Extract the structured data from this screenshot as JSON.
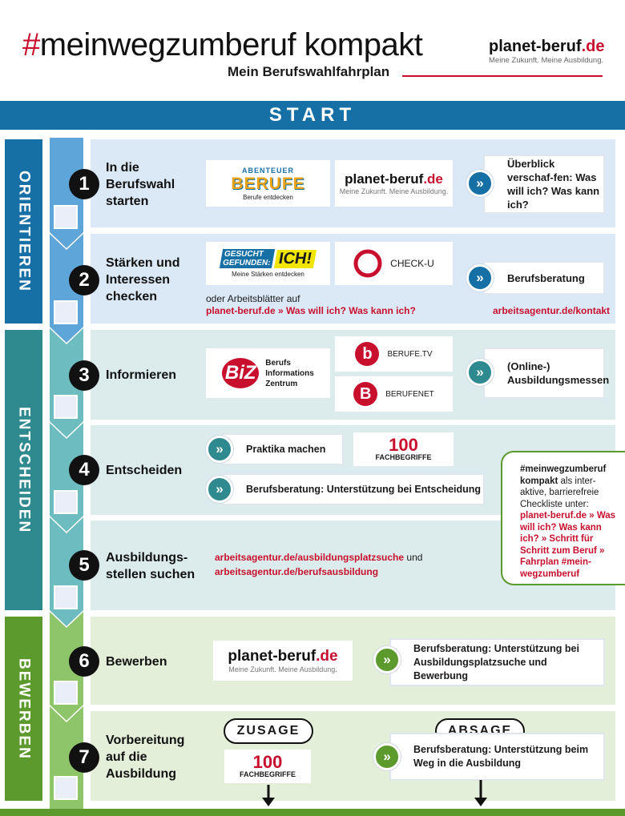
{
  "header": {
    "title_hash": "#",
    "title_rest": "meinwegzumberuf kompakt",
    "subtitle": "Mein Berufswahlfahrplan",
    "logo": {
      "name": "planet-beruf",
      "tld": ".de",
      "tagline": "Meine Zukunft. Meine Ausbildung."
    }
  },
  "start": "START",
  "phases": [
    {
      "label": "ORIENTIEREN",
      "color": "#1670a6"
    },
    {
      "label": "ENTSCHEIDEN",
      "color": "#2e8a8f"
    },
    {
      "label": "BEWERBEN",
      "color": "#5c9a2e"
    }
  ],
  "steps": [
    {
      "num": "1",
      "label_lines": [
        "In die",
        "Berufswahl",
        "starten"
      ],
      "logos": [
        {
          "kind": "abenteuer",
          "text_top": "ABENTEUER",
          "text_main": "BERUFE",
          "caption": "Berufe entdecken"
        },
        {
          "kind": "planet",
          "name": "planet-beruf",
          "tld": ".de",
          "tagline": "Meine Zukunft. Meine Ausbildung."
        }
      ],
      "info": "Überblick verschaf-fen: Was will ich? Was kann ich?"
    },
    {
      "num": "2",
      "label_lines": [
        "Stärken und",
        "Interessen",
        "checken"
      ],
      "logos": [
        {
          "kind": "gesucht",
          "text1": "GESUCHT",
          "text2": "GEFUNDEN:",
          "text3": "ICH!",
          "caption": "Meine Stärken entdecken"
        },
        {
          "kind": "checku",
          "text": "CHECK-U"
        }
      ],
      "note": "oder Arbeitsblätter auf",
      "note_link": "planet-beruf.de » Was will ich? Was kann ich?",
      "info": "Berufsberatung",
      "info_link": "arbeitsagentur.de/kontakt"
    },
    {
      "num": "3",
      "label_lines": [
        "Informieren"
      ],
      "logos": [
        {
          "kind": "biz",
          "mark": "BiZ",
          "lines": [
            "Berufs",
            "Informations",
            "Zentrum"
          ]
        },
        {
          "kind": "berufetv",
          "letter": "b",
          "text": "BERUFE.TV"
        },
        {
          "kind": "berufenet",
          "letter": "B",
          "text": "BERUFENET"
        }
      ],
      "info": "(Online-) Ausbildungsmessen"
    },
    {
      "num": "4",
      "label_lines": [
        "Entscheiden"
      ],
      "actions": [
        "Praktika machen",
        "Berufsberatung: Unterstützung bei Entscheidung"
      ],
      "logos": [
        {
          "kind": "hundert",
          "number": "100",
          "caption": "FACHBEGRIFFE"
        }
      ]
    },
    {
      "num": "5",
      "label_lines": [
        "Ausbildungs-",
        "stellen suchen"
      ],
      "link1": "arbeitsagentur.de/ausbildungsplatzsuche",
      "link_join": "und",
      "link2": "arbeitsagentur.de/berufsausbildung"
    },
    {
      "num": "6",
      "label_lines": [
        "Bewerben"
      ],
      "logos": [
        {
          "kind": "planet",
          "name": "planet-beruf",
          "tld": ".de",
          "tagline": "Meine Zukunft. Meine Ausbildung."
        }
      ],
      "info": "Berufsberatung: Unterstützung bei Ausbildungsplatzsuche und Bewerbung"
    },
    {
      "num": "7",
      "label_lines": [
        "Vorbereitung",
        "auf die",
        "Ausbildung"
      ],
      "pills": [
        "ZUSAGE",
        "ABSAGE"
      ],
      "logos": [
        {
          "kind": "hundert",
          "number": "100",
          "caption": "FACHBEGRIFFE"
        }
      ],
      "info": "Berufsberatung: Unterstützung beim Weg in die Ausbildung"
    }
  ],
  "sidebox": {
    "bold1": "#meinwegzumberuf kompakt",
    "text1": " als inter-aktive, barrierefreie Checkliste unter:",
    "link": "planet-beruf.de » Was will ich? Was kann ich? » Schritt für Schritt zum Beruf » Fahrplan #mein-wegzumberuf"
  },
  "colors": {
    "red": "#c8102e",
    "blue": "#1670a6",
    "teal": "#2e8a8f",
    "green": "#5c9a2e",
    "row_blue": "#dbe9f7",
    "row_teal": "#dcecec",
    "row_green": "#e4efd9"
  }
}
